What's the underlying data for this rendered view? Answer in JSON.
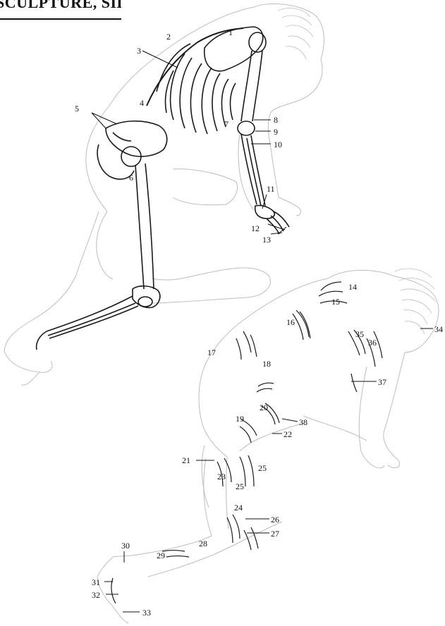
{
  "title": "SCULPTURE, SIDE VIEW",
  "colors": {
    "outline": "#bdbdbd",
    "ink": "#111111",
    "bone": "#1a1a1a"
  },
  "labels": [
    "1",
    "2",
    "3",
    "4",
    "5",
    "6",
    "7",
    "8",
    "9",
    "10",
    "11",
    "12",
    "13",
    "14",
    "15",
    "16",
    "17",
    "18",
    "19",
    "20",
    "21",
    "22",
    "23",
    "24",
    "25",
    "25",
    "26",
    "27",
    "28",
    "29",
    "30",
    "31",
    "32",
    "33",
    "34",
    "35",
    "36",
    "37",
    "38"
  ]
}
